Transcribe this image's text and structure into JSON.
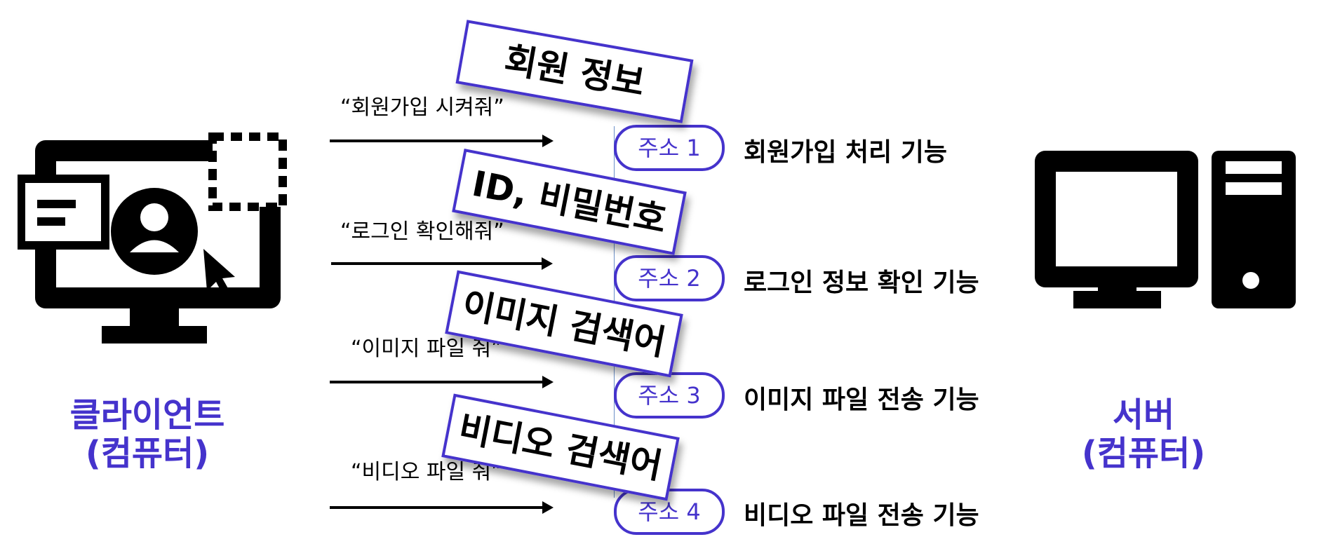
{
  "client": {
    "title_line1": "클라이언트",
    "title_line2": "(컴퓨터)"
  },
  "server": {
    "title_line1": "서버",
    "title_line2": "(컴퓨터)"
  },
  "colors": {
    "accent": "#4533cc",
    "text": "#000000",
    "divider": "#6a8fc7"
  },
  "icons": {
    "client": "client-computer-user-icon",
    "server": "server-desktop-tower-icon"
  },
  "requests": [
    {
      "text": "“회원가입 시켜줘”",
      "tag": "회원 정보",
      "address": "주소 1",
      "function": "회원가입 처리 기능"
    },
    {
      "text": "“로그인 확인해줘”",
      "tag": "ID, 비밀번호",
      "address": "주소 2",
      "function": "로그인 정보 확인 기능"
    },
    {
      "text": "“이미지 파일 줘”",
      "tag": "이미지 검색어",
      "address": "주소 3",
      "function": "이미지 파일 전송 기능"
    },
    {
      "text": "“비디오 파일 줘”",
      "tag": "비디오 검색어",
      "address": "주소 4",
      "function": "비디오 파일 전송 기능"
    }
  ]
}
